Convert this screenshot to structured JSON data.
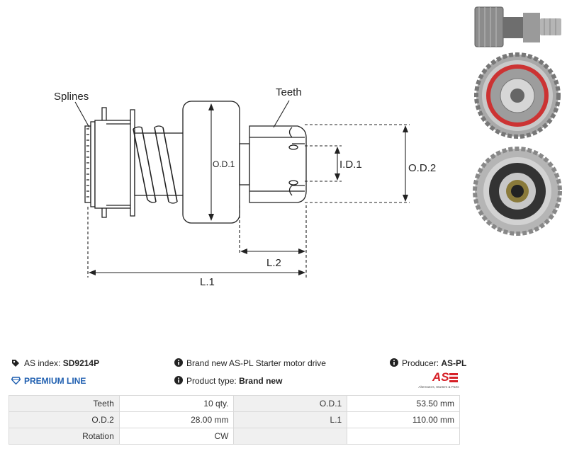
{
  "diagram": {
    "labels": {
      "splines": "Splines",
      "teeth": "Teeth",
      "od1": "O.D.1",
      "od2": "O.D.2",
      "id1": "I.D.1",
      "l1": "L.1",
      "l2": "L.2"
    }
  },
  "photos": [
    {
      "icon": "starter-drive-side-view"
    },
    {
      "icon": "starter-drive-front-view"
    },
    {
      "icon": "starter-drive-back-view"
    }
  ],
  "info": {
    "as_index_label": "AS index:",
    "as_index_value": "SD9214P",
    "premium_label": "PREMIUM LINE",
    "description": "Brand new AS-PL Starter motor drive",
    "product_type_label": "Product type:",
    "product_type_value": "Brand new",
    "producer_label": "Producer:",
    "producer_value": "AS-PL",
    "logo_text": "AS",
    "logo_tagline": "Alternators, Starters & Parts"
  },
  "colors": {
    "premium": "#1f5fb0",
    "logo_red": "#d62027",
    "table_key_bg": "#f0f0f0"
  },
  "specs": [
    {
      "k1": "Teeth",
      "v1": "10 qty.",
      "k2": "O.D.1",
      "v2": "53.50 mm"
    },
    {
      "k1": "O.D.2",
      "v1": "28.00 mm",
      "k2": "L.1",
      "v2": "110.00 mm"
    },
    {
      "k1": "Rotation",
      "v1": "CW",
      "k2": "",
      "v2": ""
    }
  ]
}
